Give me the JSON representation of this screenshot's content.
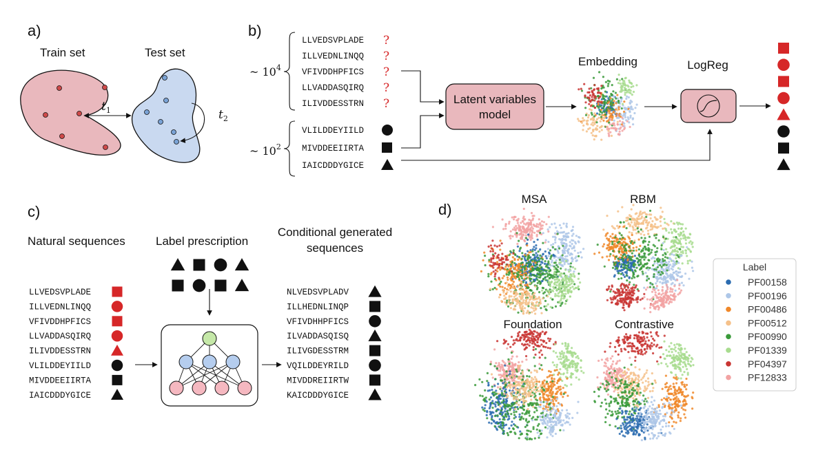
{
  "panel_labels": {
    "a": "a)",
    "b": "b)",
    "c": "c)",
    "d": "d)"
  },
  "panel_a": {
    "train_label": "Train set",
    "test_label": "Test set",
    "t1": "t",
    "t1_sub": "1",
    "t2": "t",
    "t2_sub": "2",
    "train_color": "#e9b8bd",
    "test_color": "#c9d9f0"
  },
  "panel_b": {
    "count_top_base": "~ 10",
    "count_top_exp": "4",
    "count_bottom_base": "~ 10",
    "count_bottom_exp": "2",
    "unlabeled_sequences": [
      "LLVEDSVPLADE",
      "ILLVEDNLINQQ",
      "VFIVDDHPFICS",
      "LLVADDASQIRQ",
      "ILIVDDESSTRN"
    ],
    "unknown_mark": "?",
    "labeled_sequences": [
      {
        "seq": "VLILDDEYIILD",
        "shape": "circle"
      },
      {
        "seq": "MIVDDEEIIRTA",
        "shape": "square"
      },
      {
        "seq": "IAICDDDYGICE",
        "shape": "triangle"
      }
    ],
    "model_line1": "Latent variables",
    "model_line2": "model",
    "embedding_label": "Embedding",
    "logreg_label": "LogReg",
    "predicted_labels": [
      {
        "shape": "square",
        "color": "red"
      },
      {
        "shape": "circle",
        "color": "red"
      },
      {
        "shape": "square",
        "color": "red"
      },
      {
        "shape": "circle",
        "color": "red"
      },
      {
        "shape": "triangle",
        "color": "red"
      },
      {
        "shape": "circle",
        "color": "black"
      },
      {
        "shape": "square",
        "color": "black"
      },
      {
        "shape": "triangle",
        "color": "black"
      }
    ]
  },
  "panel_c": {
    "natural_title": "Natural sequences",
    "prescription_title": "Label prescription",
    "generated_title_line1": "Conditional generated",
    "generated_title_line2": "sequences",
    "natural_sequences": [
      {
        "seq": "LLVEDSVPLADE",
        "shape": "square",
        "color": "red"
      },
      {
        "seq": "ILLVEDNLINQQ",
        "shape": "circle",
        "color": "red"
      },
      {
        "seq": "VFIVDDHPFICS",
        "shape": "square",
        "color": "red"
      },
      {
        "seq": "LLVADDASQIRQ",
        "shape": "circle",
        "color": "red"
      },
      {
        "seq": "ILIVDDESSTRN",
        "shape": "triangle",
        "color": "red"
      },
      {
        "seq": "VLILDDEYIILD",
        "shape": "circle",
        "color": "black"
      },
      {
        "seq": "MIVDDEEIIRTA",
        "shape": "square",
        "color": "black"
      },
      {
        "seq": "IAICDDDYGICE",
        "shape": "triangle",
        "color": "black"
      }
    ],
    "prescribed_labels": [
      [
        "triangle",
        "square",
        "circle",
        "triangle"
      ],
      [
        "square",
        "circle",
        "square",
        "triangle"
      ]
    ],
    "generated_sequences": [
      {
        "seq": "NLVEDSVPLADV",
        "shape": "triangle"
      },
      {
        "seq": "ILLHEDNLINQP",
        "shape": "square"
      },
      {
        "seq": "VFIVDHHPFICS",
        "shape": "circle"
      },
      {
        "seq": "ILVADDASQISQ",
        "shape": "triangle"
      },
      {
        "seq": "ILIVGDESSTRM",
        "shape": "square"
      },
      {
        "seq": "VQILDDEYRILD",
        "shape": "circle"
      },
      {
        "seq": "MIVDDREIIRTW",
        "shape": "square"
      },
      {
        "seq": "KAICDDDYGICE",
        "shape": "triangle"
      }
    ]
  },
  "panel_d": {
    "subplot_titles": [
      "MSA",
      "RBM",
      "Foundation",
      "Contrastive"
    ],
    "legend_title": "Label",
    "families": [
      {
        "name": "PF00158",
        "color": "#2b6cb0"
      },
      {
        "name": "PF00196",
        "color": "#aec7e8"
      },
      {
        "name": "PF00486",
        "color": "#f0882a"
      },
      {
        "name": "PF00512",
        "color": "#f5c18a"
      },
      {
        "name": "PF00990",
        "color": "#3a9a3a"
      },
      {
        "name": "PF01339",
        "color": "#a8dc8f"
      },
      {
        "name": "PF04397",
        "color": "#c93532"
      },
      {
        "name": "PF12833",
        "color": "#f2a3a3"
      }
    ]
  },
  "colors": {
    "model_box": "#e9b8bd",
    "output_node": "#c5e8a8",
    "hidden_node": "#b5cdee",
    "visible_node": "#f5b8c0",
    "red_marker": "#d62728",
    "black_marker": "#111111"
  }
}
